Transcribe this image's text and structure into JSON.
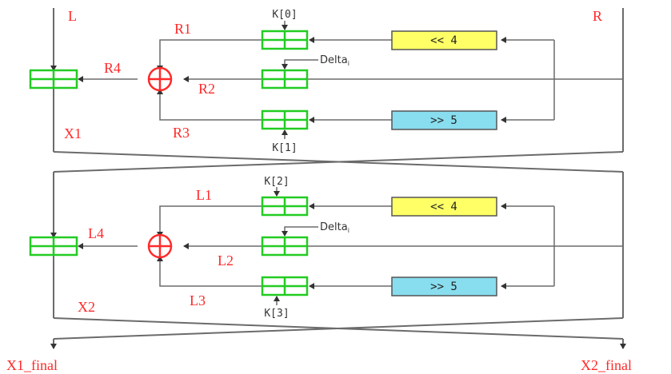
{
  "inputs": {
    "left": "L",
    "right": "R"
  },
  "outputs": {
    "left": "X1_final",
    "right": "X2_final"
  },
  "round1": {
    "labels": {
      "r1": "R1",
      "r2": "R2",
      "r3": "R3",
      "r4": "R4",
      "x": "X1"
    },
    "keys": {
      "top": "K[0]",
      "bottom": "K[1]"
    },
    "delta": {
      "text": "Delta",
      "sub": "i"
    },
    "shift_left": "<< 4",
    "shift_right": ">> 5"
  },
  "round2": {
    "labels": {
      "r1": "L1",
      "r2": "L2",
      "r3": "L3",
      "r4": "L4",
      "x": "X2"
    },
    "keys": {
      "top": "K[2]",
      "bottom": "K[3]"
    },
    "delta": {
      "text": "Delta",
      "sub": "i"
    },
    "shift_left": "<< 4",
    "shift_right": ">> 5"
  },
  "colors": {
    "adder": "#22cc22",
    "xor": "#ff2a2a",
    "shift_left_fill": "#ffff66",
    "shift_right_fill": "#88ddee",
    "label": "#ff2a2a"
  }
}
